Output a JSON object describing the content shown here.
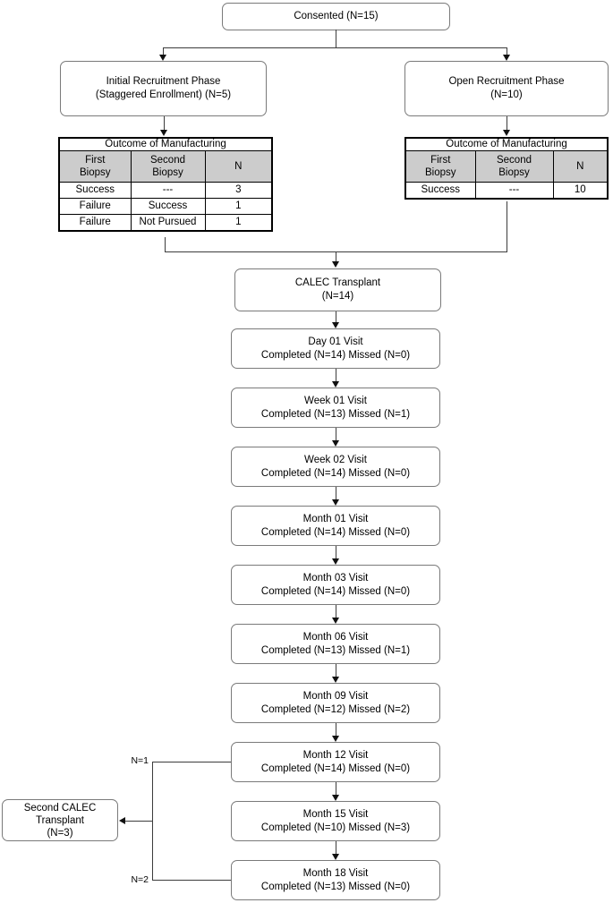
{
  "flow": {
    "consented": {
      "line1": "Consented (N=15)"
    },
    "initial_phase": {
      "line1": "Initial Recruitment Phase",
      "line2": "(Staggered Enrollment) (N=5)"
    },
    "open_phase": {
      "line1": "Open Recruitment Phase",
      "line2": "(N=10)"
    },
    "calec_transplant": {
      "line1": "CALEC Transplant",
      "line2": "(N=14)"
    },
    "second_transplant": {
      "line1": "Second CALEC",
      "line2": "Transplant",
      "line3": "(N=3)"
    },
    "branch_labels": {
      "n1": "N=1",
      "n2": "N=2"
    },
    "visits": [
      {
        "name": "Day 01 Visit",
        "status": "Completed (N=14) Missed (N=0)"
      },
      {
        "name": "Week 01 Visit",
        "status": "Completed (N=13) Missed (N=1)"
      },
      {
        "name": "Week 02 Visit",
        "status": "Completed (N=14) Missed (N=0)"
      },
      {
        "name": "Month 01 Visit",
        "status": "Completed (N=14) Missed (N=0)"
      },
      {
        "name": "Month 03 Visit",
        "status": "Completed (N=14) Missed (N=0)"
      },
      {
        "name": "Month 06 Visit",
        "status": "Completed (N=13) Missed (N=1)"
      },
      {
        "name": "Month 09 Visit",
        "status": "Completed (N=12) Missed (N=2)"
      },
      {
        "name": "Month 12 Visit",
        "status": "Completed (N=14) Missed (N=0)"
      },
      {
        "name": "Month 15 Visit",
        "status": "Completed (N=10) Missed (N=3)"
      },
      {
        "name": "Month 18 Visit",
        "status": "Completed (N=13) Missed (N=0)"
      }
    ]
  },
  "tables": {
    "left": {
      "title": "Outcome of Manufacturing",
      "columns": [
        "First\nBiopsy",
        "Second\nBiopsy",
        "N"
      ],
      "rows": [
        [
          "Success",
          "---",
          "3"
        ],
        [
          "Failure",
          "Success",
          "1"
        ],
        [
          "Failure",
          "Not Pursued",
          "1"
        ]
      ]
    },
    "right": {
      "title": "Outcome of Manufacturing",
      "columns": [
        "First\nBiopsy",
        "Second\nBiopsy",
        "N"
      ],
      "rows": [
        [
          "Success",
          "---",
          "10"
        ]
      ]
    }
  },
  "colors": {
    "box_border": "#7a7a7a",
    "table_border": "#000000",
    "header_bg": "#cccccc",
    "connector": "#3c3c3c",
    "text": "#000000"
  }
}
